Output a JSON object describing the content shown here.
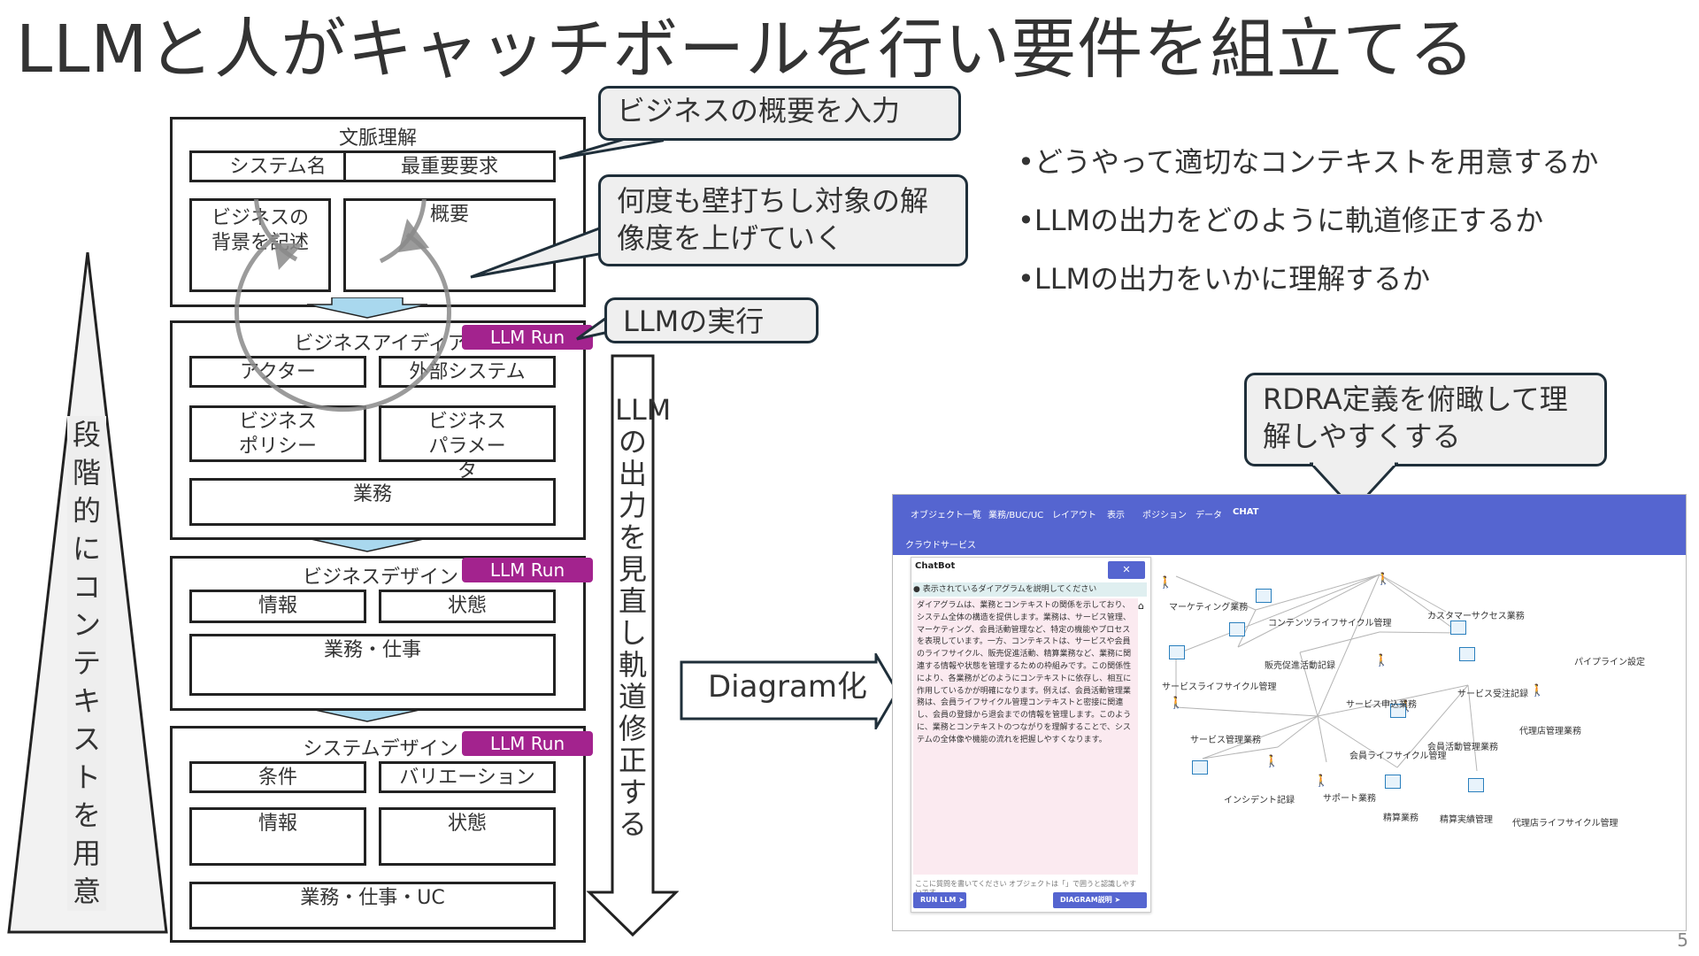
{
  "slide": {
    "title": "LLMと人がキャッチボールを行い要件を組立てる",
    "page_number": "5",
    "triangle_label": "段階的にコンテキストを用意",
    "vertical_arrow_label": "LLMの出力を見直し軌道修正する",
    "diagram_arrow_label": "Diagram化"
  },
  "stages": {
    "context": {
      "title": "文脈理解",
      "system_name": "システム名",
      "top_requirement": "最重要要求",
      "background": "ビジネスの背景を記述",
      "overview": "概要"
    },
    "business_idea": {
      "title": "ビジネスアイディア",
      "llm_run": "LLM Run",
      "actor": "アクター",
      "external_system": "外部システム",
      "policy": "ビジネスポリシー",
      "parameter": "ビジネスパラメータ",
      "work": "業務"
    },
    "business_design": {
      "title": "ビジネスデザイン",
      "llm_run": "LLM Run",
      "info": "情報",
      "state": "状態",
      "work": "業務・仕事"
    },
    "system_design": {
      "title": "システムデザイン",
      "llm_run": "LLM Run",
      "condition": "条件",
      "variation": "バリエーション",
      "info": "情報",
      "state": "状態",
      "work": "業務・仕事・UC"
    }
  },
  "callouts": {
    "input_overview": "ビジネスの概要を入力",
    "refine": "何度も壁打ちし対象の解像度を上げていく",
    "llm_exec": "LLMの実行",
    "rdra": "RDRA定義を俯瞰して理解しやすくする"
  },
  "bullets": [
    "•どうやって適切なコンテキストを用意するか",
    "•LLMの出力をどのように軌道修正するか",
    "•LLMの出力をいかに理解するか"
  ],
  "app": {
    "nav": [
      "オブジェクト一覧",
      "業務/BUC/UC",
      "レイアウト",
      "表示",
      "ポジション",
      "データ",
      "CHAT"
    ],
    "nav_row2": "クラウドサービス",
    "chat": {
      "title": "ChatBot",
      "close_icon": "close-icon",
      "question": "表示されているダイアグラムを説明してください",
      "answer": "ダイアグラムは、業務とコンテキストの関係を示しており、システム全体の構造を提供します。業務は、サービス管理、マーケティング、会員活動管理など、特定の機能やプロセスを表現しています。一方、コンテキストは、サービスや会員のライフサイクル、販売促進活動、精算業務など、業務に関連する情報や状態を管理するための枠組みです。この関係性により、各業務がどのようにコンテキストに依存し、相互に作用しているかが明確になります。例えば、会員活動管理業務は、会員ライフサイクル管理コンテキストと密接に関連し、会員の登録から退会までの情報を管理します。このように、業務とコンテキストのつながりを理解することで、システムの全体像や機能の流れを把握しやすくなります。",
      "input_placeholder": "ここに質問を書いてください オブジェクトは「」で囲うと認識しやすいです",
      "run_button": "RUN LLM",
      "diagram_button": "DIAGRAM説明"
    },
    "nodes": [
      "マーケティング業務",
      "コンテンツライフサイクル管理",
      "カスタマーサクセス業務",
      "販売促進活動記録",
      "パイプライン設定",
      "サービスライフサイクル管理",
      "サービス申込業務",
      "サービス受注記録",
      "サービス管理業務",
      "代理店管理業務",
      "会員活動管理業務",
      "会員ライフサイクル管理",
      "インシデント記録",
      "サポート業務",
      "精算業務",
      "精算実績管理",
      "代理店ライフサイクル管理"
    ]
  }
}
